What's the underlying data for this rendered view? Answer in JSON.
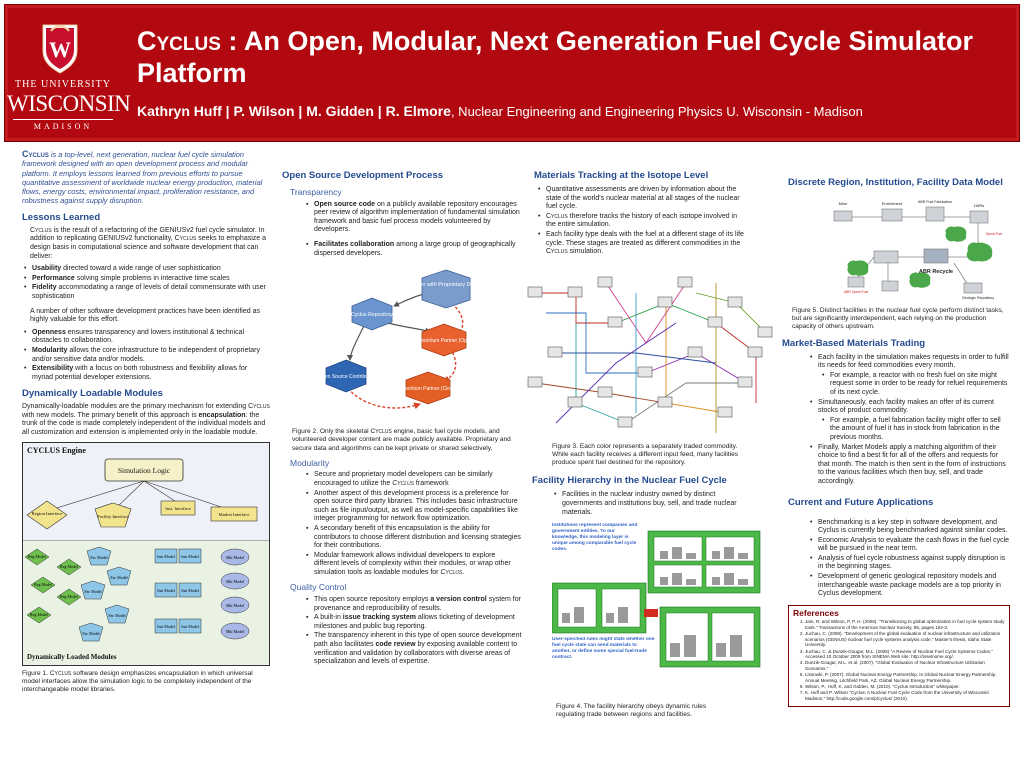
{
  "header": {
    "logo": {
      "line1": "THE UNIVERSITY",
      "line2": "WISCONSIN",
      "line3": "MADISON",
      "crest_letter": "W"
    },
    "title_name": "Cyclus",
    "title_rest": " : An Open, Modular, Next Generation Fuel Cycle Simulator Platform",
    "authors": "Kathryn Huff | P. Wilson | M. Gidden | R. Elmore",
    "affiliation": ", Nuclear Engineering and Engineering Physics U. Wisconsin - Madison"
  },
  "colors": {
    "banner": "#b2080f",
    "heading": "#244a8f",
    "intro_text": "#2f4f95"
  },
  "col1": {
    "intro_name": "Cyclus",
    "intro_text": " is a top-level, next generation, nuclear fuel cycle simulation framework designed with an open development process and modular platform. It employs lessons learned from previous efforts to pursue quantitative assessment of worldwide nuclear energy production, material flows, energy costs, environmental impact, proliferation resistance, and robustness against supply disruption.",
    "lessons": {
      "heading": "Lessons Learned",
      "p1_name": "Cyclus",
      "p1_text": " is the result of a refactoring of the GENIUSv2 fuel cycle simulator. In addition to replicating GENIUSv2 functionality, ",
      "p1_name2": "Cyclus",
      "p1_text2": " seeks to emphasize a design basis in computational science and software development that can deliver:",
      "list1": [
        {
          "bold": "Usability",
          "text": " directed toward a wide range of user sophistication"
        },
        {
          "bold": "Performance",
          "text": " solving simple problems in interactive time scales"
        },
        {
          "bold": "Fidelity",
          "text": " accommodating a range of levels of detail commensurate with user sophistication"
        }
      ],
      "p2": "A number of other software development practices have been identified as highly valuable for this effort.",
      "list2": [
        {
          "bold": "Openness",
          "text": " ensures transparency and lowers institutional & technical obstacles to collaboration."
        },
        {
          "bold": "Modularity",
          "text": " allows the core infrastructure to be independent of proprietary and/or sensitive data and/or models."
        },
        {
          "bold": "Extensibility",
          "text": " with a focus on both robustness and flexibility allows for myriad potential developer extensions."
        }
      ]
    },
    "dynamic": {
      "heading": "Dynamically Loadable Modules",
      "p_a": "Dynamically-loadable modules are the primary mechanism for extending ",
      "p_name": "Cyclus",
      "p_b": " with new models. The primary benefit of this approach is ",
      "p_bold": "encapsulation",
      "p_c": ": the trunk of the code is made completely independent of the individual models and all customization and extension is implemented only in the loadable module."
    },
    "fig1": {
      "engine_title": "CYCLUS Engine",
      "sim_logic": "Simulation Logic",
      "region": "Region Interface",
      "facility": "Facility Interface",
      "inst": "Inst. Interface",
      "market": "Market Interface",
      "reg_model": "Reg Model",
      "fac_model": "Fac Model",
      "inst_model": "Inst Model",
      "mkt_model": "Mkt Model",
      "modules_title": "Dynamically Loaded Modules",
      "caption_a": "Figure 1. ",
      "caption_name": "Cyclus",
      "caption_b": " software design emphasizes encapsulation in which universal model interfaces allow the simulation logic to be completely independent of the interchangeable model libraries."
    }
  },
  "col2": {
    "heading": "Open Source Development Process",
    "transparency": {
      "heading": "Transparency",
      "items": [
        {
          "bold": "Open source code",
          "text": " on a publicly available repository encourages peer review of algorithm implementation of fundamental simulation framework and basic fuel process models volunteered by developers."
        },
        {
          "bold": "Facilitates collaboration",
          "text": " among a large group of geographically dispersed developers."
        }
      ]
    },
    "fig2": {
      "user_data": "User with Proprietary Data",
      "repo": "Cyclus Repository",
      "partner_open": "Consortium Partner (Open)",
      "contrib": "Open Source Contributor",
      "partner_closed": "Consortium Partner (Closed)",
      "caption_a": "Figure 2. Only the skeletal ",
      "caption_name": "Cyclus",
      "caption_b": " engine, basic fuel cycle models, and volunteered developer content are made publicly available. Proprietary and secure data and algorithms can be kept private or shared selectively."
    },
    "modularity": {
      "heading": "Modularity",
      "items": [
        {
          "text": "Secure and proprietary model developers can be similarly encouraged to utilize the ",
          "name": "Cyclus",
          "text2": " framework"
        },
        {
          "text": "Another aspect of this development process is a preference for open source third party libraries. This includes basic infrastructure such as file input/output, as well as model-specific capabilities like integer programming for network flow optimization."
        },
        {
          "text": "A secondary benefit of this encapsulation is the ability for contributors to choose different distribution and licensing strategies for their contributions."
        },
        {
          "text": "Modular framework allows individual developers to explore different levels of complexity within their modules, or wrap other simulation tools as loadable modules for ",
          "name": "Cyclus",
          "text2": "."
        }
      ]
    },
    "quality": {
      "heading": "Quality Control",
      "items": [
        {
          "text": "This open source repository employs ",
          "bold": "a version control",
          "text2": " system for provenance and reproducibility of results."
        },
        {
          "text": "A built-in ",
          "bold": "issue tracking system",
          "text2": " allows ticketing of development milestones and public bug reporting."
        },
        {
          "text": "The transparency inherent in this type of open source development path also facilitates ",
          "bold": "code review",
          "text2": " by exposing available content to verification and validation by collaborators with diverse areas of specialization and levels of expertise."
        }
      ]
    }
  },
  "col3": {
    "tracking": {
      "heading": "Materials Tracking at the Isotope Level",
      "items": [
        {
          "text": "Quantitative assessments are driven by information about the state of the world's nuclear material at all stages of the nuclear fuel cycle."
        },
        {
          "name": "Cyclus",
          "text": " therefore tracks the history of each isotope involved in the entire simulation."
        },
        {
          "text": "Each facility type deals with the fuel at a different stage of its life cycle. These stages are treated as different commodities in the ",
          "name": "Cyclus",
          "text2": " simulation."
        }
      ],
      "fig3_caption": "Figure 3. Each color represents a separately traded commodity. While each facility receives a different input feed, many facilities produce spent fuel destined for the repository."
    },
    "hierarchy": {
      "heading": "Facility Hierarchy in the Nuclear Fuel Cycle",
      "items": [
        {
          "text": "Facilities in the nuclear industry owned by distinct governments and institutions buy, sell, and trade nuclear materials."
        }
      ],
      "fig4_note_top": "Institutions represent companies and government entities. To our knowledge, this modeling layer is unique among comparable fuel cycle codes.",
      "fig4_note_bottom": "User-specified rules might state whether one fuel cycle state can send materials to another, or define some special fuel-trade contract.",
      "fig4_caption": "Figure 4. The facility hierarchy obeys dynamic rules regulating trade between regions and facilities."
    }
  },
  "col4": {
    "discrete": {
      "heading": "Discrete Region, Institution, Facility Data Model",
      "labels": {
        "mine": "Mine",
        "enrich": "Enrichment",
        "abr_fab": "ABR Fuel Fabrication",
        "lwr": "LWRs",
        "abr": "ABR Recycle",
        "repo": "Geologic Repository",
        "lwr_spent": "Spent Fuel",
        "abr_spent": "ABR Spent Fuel"
      },
      "fig5_caption": "Figure 5. Distinct facilities in the nuclear fuel cycle perform distinct tasks, but are significantly interdependent, each relying on the production capacity of others upstream."
    },
    "market": {
      "heading": "Market-Based Materials Trading",
      "items": [
        {
          "text": "Each facility in the simulation makes requests in order to fulfill its needs for feed commodities every month.",
          "nested": false
        },
        {
          "text": "For example, a reactor with no fresh fuel on site might request some in order to be ready for refuel requirements of its next cycle.",
          "nested": true
        },
        {
          "text": "Simultaneously, each facility makes an offer of its current stocks of product commodity.",
          "nested": false
        },
        {
          "text": "For example, a fuel fabrication facility might offer to sell the amount of fuel it has in stock from fabrication in the previous months.",
          "nested": true
        },
        {
          "text": "Finally, Market Models apply a matching algorithm of their choice to find a best fit for all of the offers and requests for that month. The match is then sent in the form of instructions to the various facilities which then buy, sell, and trade accordingly.",
          "nested": false
        }
      ]
    },
    "current": {
      "heading": "Current and Future Applications",
      "items": [
        "Benchmarking is a key step in software development, and Cyclus is currently being benchmarked against similar codes.",
        "Economic Analysis to evaluate the cash flows in the fuel cycle will be pursued in the near term.",
        "Analysis of fuel cycle robustness against supply disruption is in the beginning stages.",
        "Development of generic geological repository models and interchangeable waste package models are a top priority in Cyclus development."
      ]
    },
    "refs": {
      "heading": "References",
      "items": [
        "Jain, R. and Wilson, P. P. H. (2006). \"Transitioning to global optimization in fuel cycle system study tools.\" Transactions of the American Nuclear Society, 95, pages 152-3.",
        "Juchau, C. (2008). \"Development of the global evaluation of nuclear infrastructure and utilization scenarios (GENIUS) nuclear fuel cycle systems analysis code.\" Master's thesis, Idaho State University.",
        "Juchau, C. & Dunzik-Gougar, M.L. (2008) \"A Review of Nuclear Fuel Cycle Systems Codes.\" Accessed 10 October 2009 from SINEMA Web site: http://inselnome.org/.",
        "Dunzik-Gougar, M.L. et al. (2007). \"Global Evaluation of Nuclear Infrastructure Utilization Scenarios.\"",
        "Lissowki, P. (2007). Global Nuclear Energy Partnership. In Global Nuclear Energy Partnership Annual Meeting, Litchfield Park, AZ. Global Nuclear Energy Partnership.",
        "Wilson, P., Huff, K. and Gidden, M. (2010). \"Cyclus Introduction\" whitepaper.",
        "K. Huff and P. Wilson \"Cyclus: A Nuclear Fuel Cycle Code from the University of Wisconsin Madison,\" http://code.google.com/p/cyclus/ (2010)."
      ]
    }
  }
}
